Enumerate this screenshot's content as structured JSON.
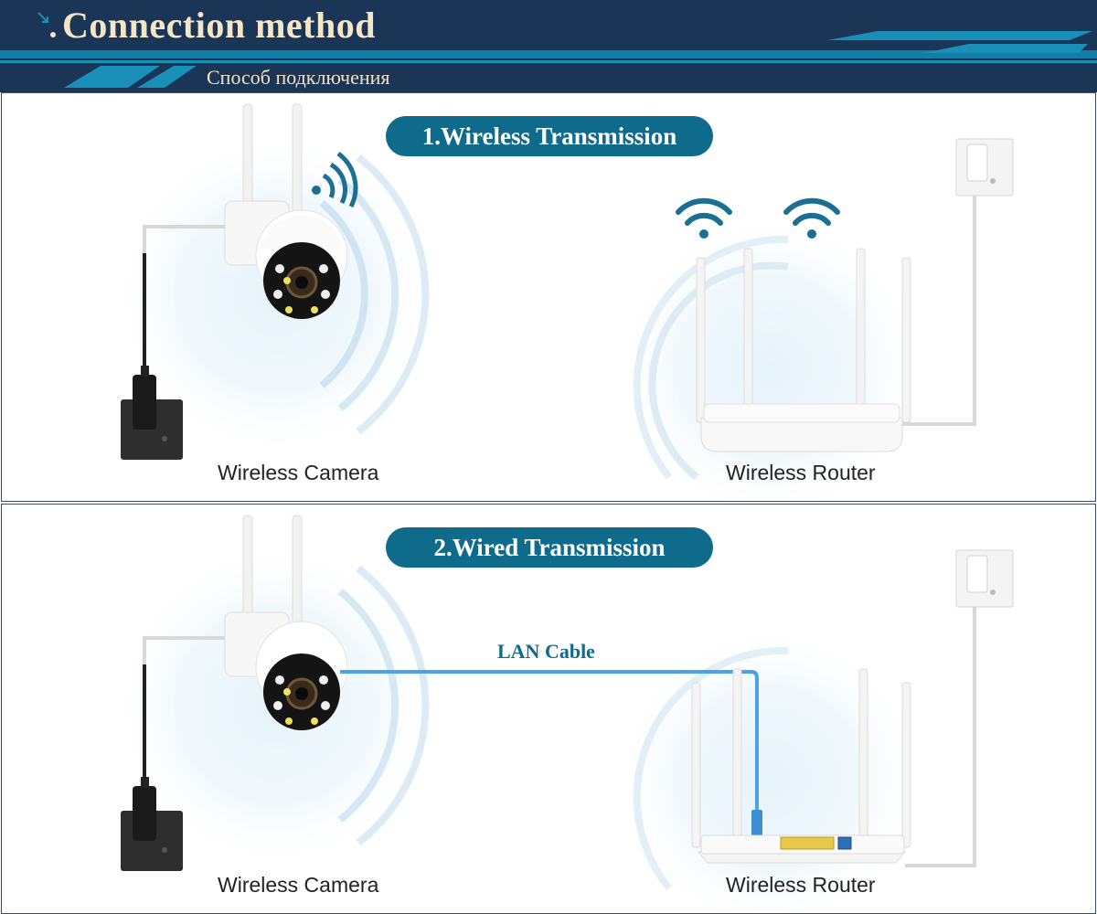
{
  "header": {
    "title": "Connection method",
    "subtitle": "Способ подключения"
  },
  "sections": [
    {
      "label": "1.Wireless Transmission",
      "camera_caption": "Wireless Camera",
      "router_caption": "Wireless Router"
    },
    {
      "label": "2.Wired Transmission",
      "camera_caption": "Wireless Camera",
      "router_caption": "Wireless Router",
      "cable_label": "LAN Cable"
    }
  ],
  "icons": [
    "camera-icon",
    "router-icon",
    "wall-socket-icon",
    "wifi-signal-icon",
    "lan-cable-icon",
    "power-adapter-icon"
  ],
  "colors": {
    "header_bg": "#1b3557",
    "accent": "#0f6b8c",
    "title_text": "#f5e6c8",
    "cable": "#4aa3e8"
  }
}
